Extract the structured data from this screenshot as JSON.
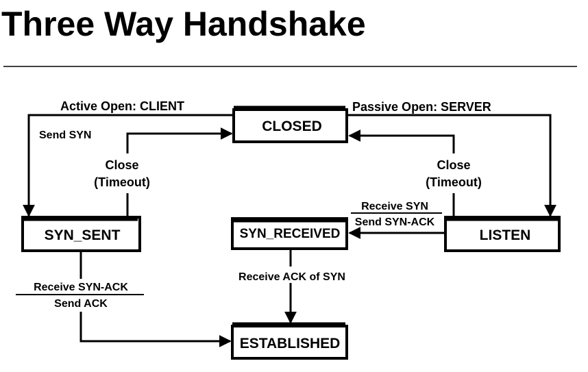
{
  "title": "Three Way Handshake",
  "states": {
    "closed": "CLOSED",
    "syn_sent": "SYN_SENT",
    "syn_received": "SYN_RECEIVED",
    "listen": "LISTEN",
    "established": "ESTABLISHED"
  },
  "labels": {
    "active_open": "Active Open:  CLIENT",
    "send_syn": "Send  SYN",
    "passive_open": "Passive Open: SERVER",
    "close_left": "Close",
    "timeout_left": "(Timeout)",
    "close_right": "Close",
    "timeout_right": "(Timeout)",
    "receive_syn": "Receive SYN",
    "send_syn_ack": "Send SYN-ACK",
    "receive_syn_ack": "Receive SYN-ACK",
    "send_ack": "Send  ACK",
    "receive_ack_of_syn": "Receive ACK of SYN"
  }
}
